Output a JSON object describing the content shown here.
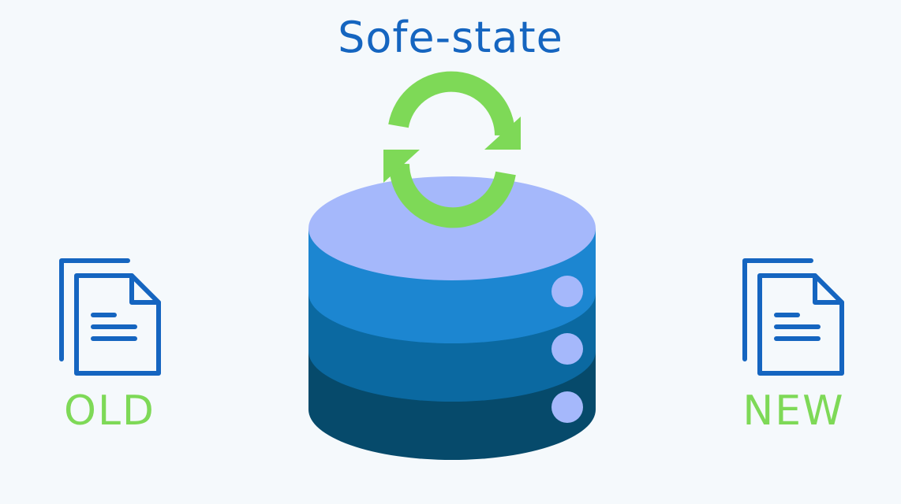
{
  "title": "Sofe-state",
  "documents": {
    "old_label": "OLD",
    "new_label": "NEW"
  },
  "icons": {
    "refresh": "refresh-cycle-icon",
    "database": "database-server-icon",
    "document": "documents-icon"
  },
  "colors": {
    "background": "#f5f9fc",
    "title": "#1565c0",
    "label": "#7ed957",
    "document_stroke": "#1565c0",
    "refresh": "#7ed957",
    "db_top": "#a5b8fb",
    "db_layer1": "#1c86d1",
    "db_layer2": "#0b69a1",
    "db_layer3": "#064a6b",
    "db_indicator": "#a5b8fb"
  }
}
